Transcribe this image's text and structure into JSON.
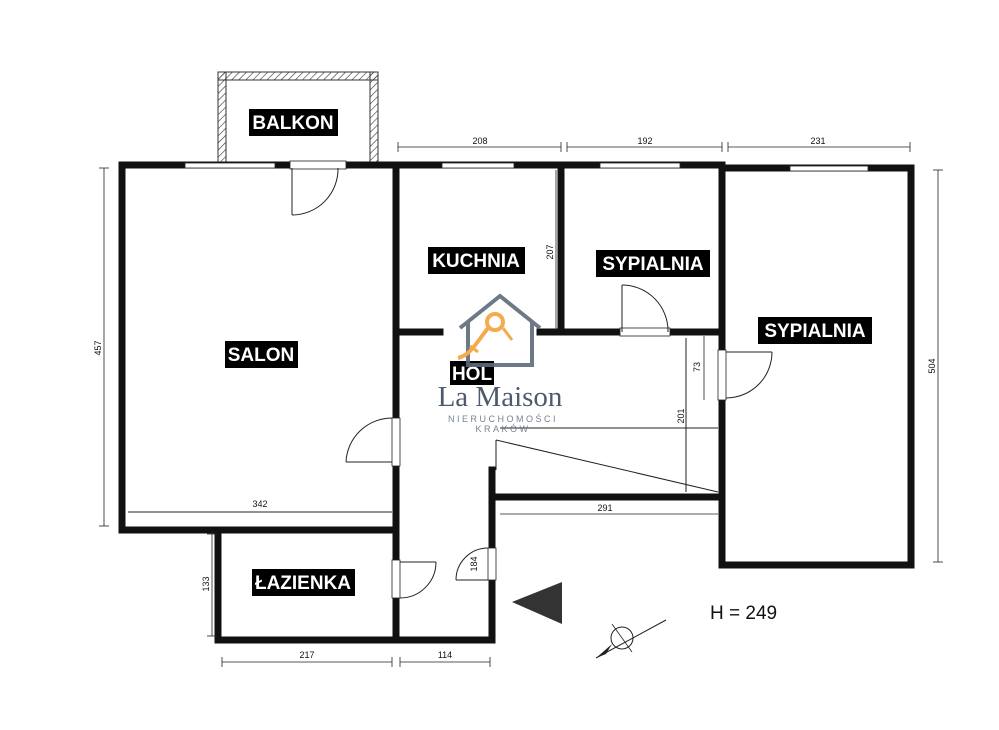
{
  "rooms": {
    "balkon": "BALKON",
    "salon": "SALON",
    "kuchnia": "KUCHNIA",
    "sypialnia_1": "SYPIALNIA",
    "sypialnia_2": "SYPIALNIA",
    "hol": "HOL",
    "lazienka": "ŁAZIENKA"
  },
  "dimensions": {
    "top_kuchnia": "208",
    "top_sypialnia_1": "192",
    "top_sypialnia_2": "231",
    "left_salon": "457",
    "right_sypialnia_2": "504",
    "kuchnia_height": "207",
    "salon_width": "342",
    "hall_width": "291",
    "hall_door": "73",
    "hall_length": "201",
    "bath_height": "133",
    "bath_width": "217",
    "hall_bottom": "114",
    "corridor": "184"
  },
  "height_label": "H = 249",
  "watermark": {
    "name": "La Maison",
    "line1": "NIERUCHOMOŚCI",
    "line2": "KRAKÓW",
    "colors": {
      "house": "#5f6b7c",
      "key": "#f2a33a",
      "text": "#3c4a5e"
    }
  }
}
